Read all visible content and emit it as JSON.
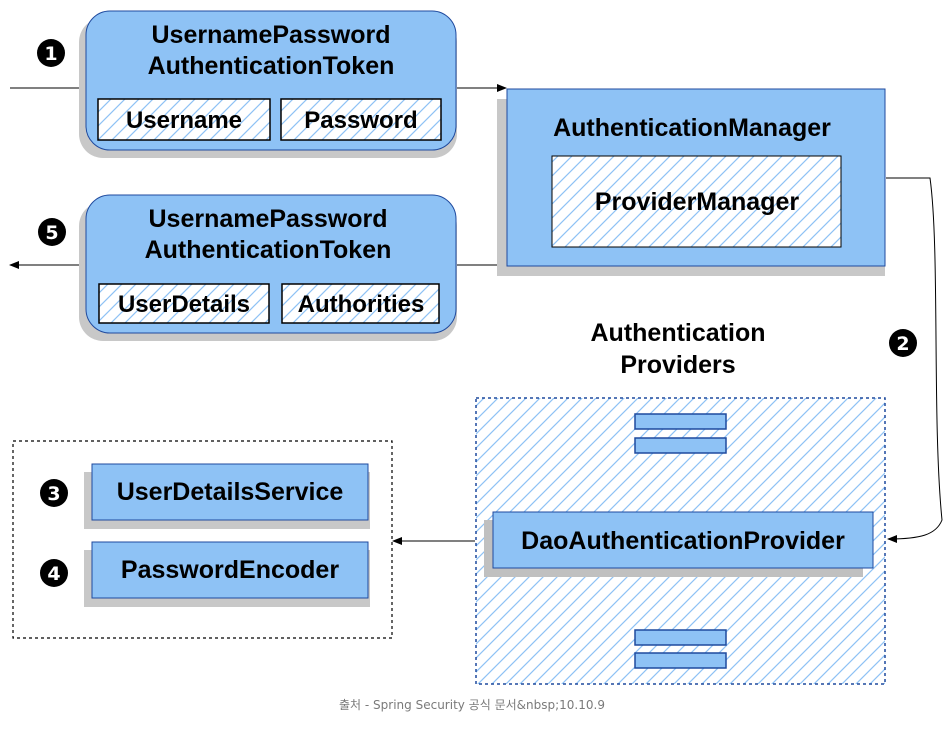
{
  "step_markers": {
    "one": "1",
    "two": "2",
    "three": "3",
    "four": "4",
    "five": "5"
  },
  "request_token": {
    "title_line1": "UsernamePassword",
    "title_line2": "AuthenticationToken",
    "field_left": "Username",
    "field_right": "Password"
  },
  "result_token": {
    "title_line1": "UsernamePassword",
    "title_line2": "AuthenticationToken",
    "field_left": "UserDetails",
    "field_right": "Authorities"
  },
  "authentication_manager": {
    "title": "AuthenticationManager",
    "inner": "ProviderManager"
  },
  "providers_group": {
    "title_line1": "Authentication",
    "title_line2": "Providers",
    "active_provider": "DaoAuthenticationProvider"
  },
  "dependencies": {
    "user_details_service": "UserDetailsService",
    "password_encoder": "PasswordEncoder"
  },
  "caption": "출처 - Spring Security 공식 문서&nbsp;10.10.9",
  "colors": {
    "box_fill": "#8ec2f5",
    "box_stroke": "#1f4a9e",
    "hatch": "#8ec2f5",
    "shadow": "#c4c4c4",
    "text": "#000000"
  }
}
